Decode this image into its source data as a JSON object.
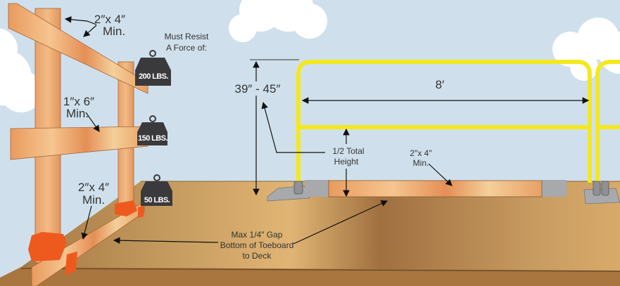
{
  "left_railing": {
    "top_rail_label": "2″x 4″",
    "top_rail_min": "Min.",
    "force_title_line1": "Must Resist",
    "force_title_line2": "A Force of:",
    "mid_rail_label": "1″x 6″",
    "mid_rail_min": "Min.",
    "toeboard_label": "2″x 4″",
    "toeboard_min": "Min.",
    "weights": [
      "200 LBS.",
      "150 LBS.",
      "50 LBS."
    ]
  },
  "gap_note": {
    "line1": "Max 1/4″ Gap",
    "line2": "Bottom of Toeboard",
    "line3": "to Deck"
  },
  "right_railing": {
    "height_label": "39″ - 45″",
    "span_label": "8′",
    "mid_rail_line1": "1/2 Total",
    "mid_rail_line2": "Height",
    "toeboard_label": "2″x 4″",
    "toeboard_min": "Min."
  },
  "colors": {
    "sky": "#cfe0ec",
    "rail_yellow": "#f4e81e",
    "wood": "#e9a56a",
    "deck": "#b78a52",
    "bracket": "#ee5a1e",
    "weight": "#3a3a3c"
  }
}
